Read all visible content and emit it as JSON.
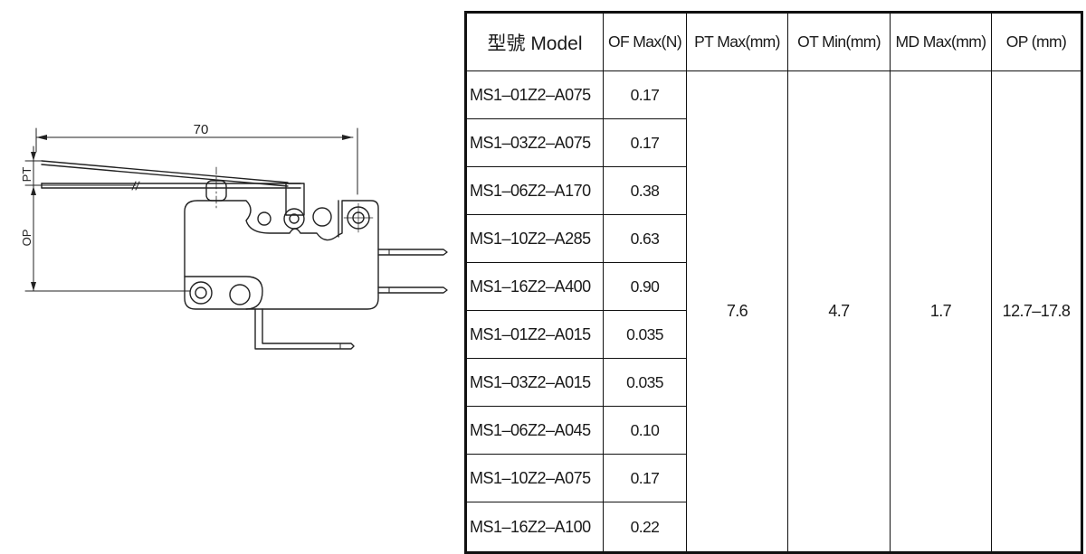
{
  "drawing": {
    "dim_length": "70",
    "label_pt": "PT",
    "label_op": "OP"
  },
  "table": {
    "headers": [
      "型號 Model",
      "OF Max(N)",
      "PT Max(mm)",
      "OT Min(mm)",
      "MD Max(mm)",
      "OP (mm)"
    ],
    "rows": [
      {
        "model": "MS1–01Z2–A075",
        "of": "0.17"
      },
      {
        "model": "MS1–03Z2–A075",
        "of": "0.17"
      },
      {
        "model": "MS1–06Z2–A170",
        "of": "0.38"
      },
      {
        "model": "MS1–10Z2–A285",
        "of": "0.63"
      },
      {
        "model": "MS1–16Z2–A400",
        "of": "0.90"
      },
      {
        "model": "MS1–01Z2–A015",
        "of": "0.035"
      },
      {
        "model": "MS1–03Z2–A015",
        "of": "0.035"
      },
      {
        "model": "MS1–06Z2–A045",
        "of": "0.10"
      },
      {
        "model": "MS1–10Z2–A075",
        "of": "0.17"
      },
      {
        "model": "MS1–16Z2–A100",
        "of": "0.22"
      }
    ],
    "shared": {
      "pt": "7.6",
      "ot": "4.7",
      "md": "1.7",
      "op": "12.7–17.8"
    }
  }
}
